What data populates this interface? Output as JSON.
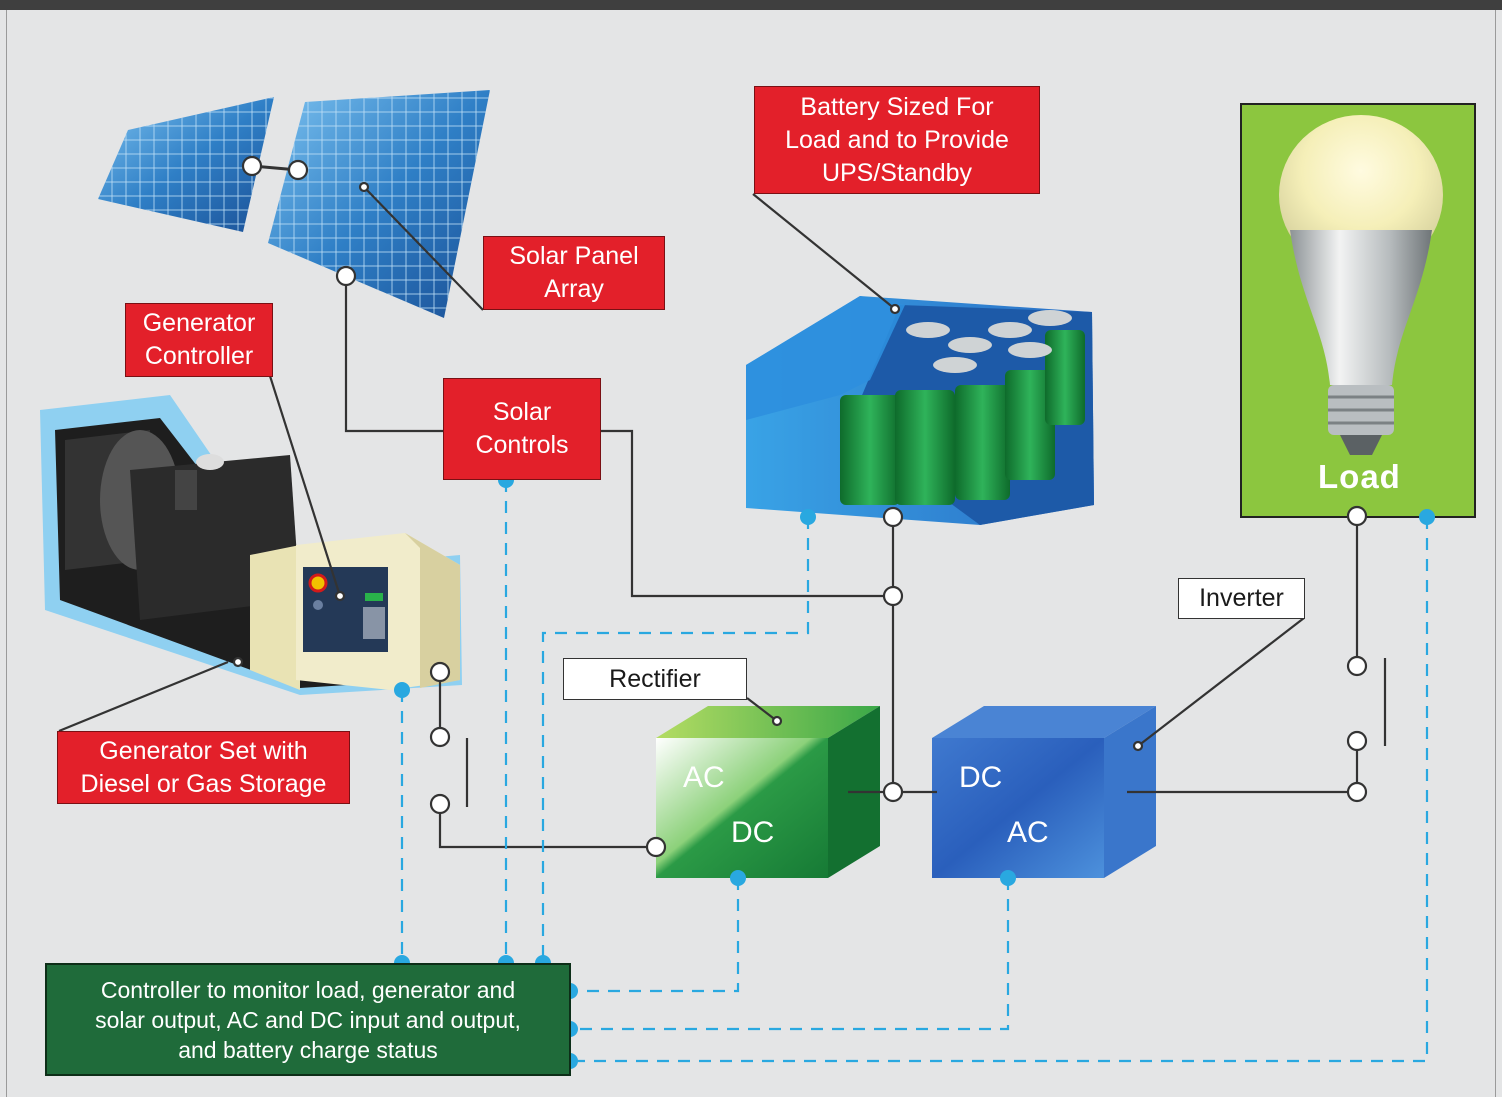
{
  "labels": {
    "battery": "Battery Sized For\nLoad and to Provide\nUPS/Standby",
    "solar_panel": "Solar Panel\nArray",
    "generator_controller": "Generator\nController",
    "solar_controls": "Solar\nControls",
    "generator_set": "Generator Set with\nDiesel or Gas Storage",
    "rectifier": "Rectifier",
    "inverter": "Inverter",
    "controller": "Controller to monitor load, generator and\nsolar output, AC and DC input and output,\nand battery charge status",
    "load": "Load"
  },
  "rectifier_box": {
    "input": "AC",
    "output": "DC"
  },
  "inverter_box": {
    "input": "DC",
    "output": "AC"
  },
  "colors": {
    "callout_red": "#e3202a",
    "controller_green": "#1f6b3a",
    "load_green": "#8cc63f",
    "signal_blue": "#29a8e0",
    "power_line": "#333333"
  }
}
